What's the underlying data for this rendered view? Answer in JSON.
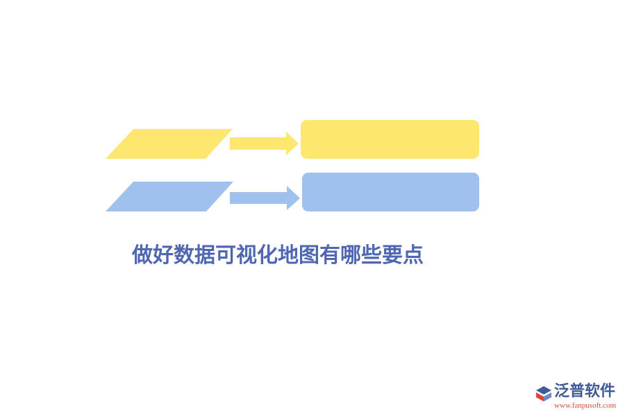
{
  "title": "做好数据可视化地图有哪些要点",
  "colors": {
    "yellow": "#fee76f",
    "blue": "#a0c0ee",
    "title": "#4f67b3",
    "logo_text": "#3f5a96",
    "logo_url": "#d64a3a"
  },
  "rows": [
    {
      "color": "yellow",
      "input_text": "",
      "output_text": ""
    },
    {
      "color": "blue",
      "input_text": "",
      "output_text": ""
    }
  ],
  "logo": {
    "name": "泛普软件",
    "url": "www.fanpusoft.com",
    "icon": "fanpu-logo-icon"
  }
}
